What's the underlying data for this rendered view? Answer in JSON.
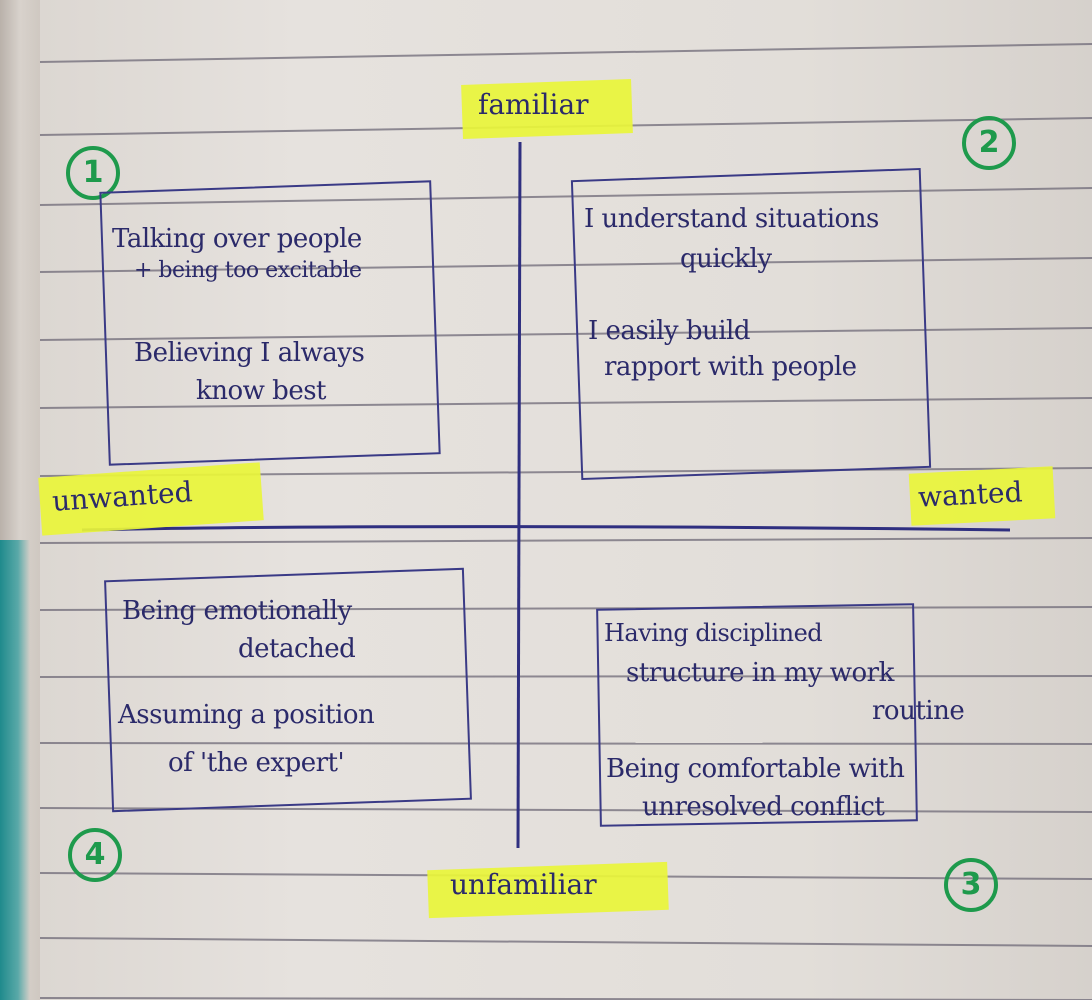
{
  "axes": {
    "top": "familiar",
    "bottom": "unfamiliar",
    "left": "unwanted",
    "right": "wanted"
  },
  "quadrants": [
    {
      "number": "1",
      "lines": [
        "Talking over people",
        "+ being too excitable",
        "Believing I always",
        "know best"
      ]
    },
    {
      "number": "2",
      "lines": [
        "I understand situations",
        "quickly",
        "I easily build",
        "rapport with people"
      ]
    },
    {
      "number": "3",
      "lines": [
        "Having disciplined",
        "structure in my work",
        "routine",
        "Being comfortable with",
        "unresolved conflict"
      ]
    },
    {
      "number": "4",
      "lines": [
        "Being emotionally",
        "detached",
        "Assuming a position",
        "of 'the expert'"
      ]
    }
  ],
  "colors": {
    "ink": "#2b2a6a",
    "highlighter": "#e9f53a",
    "number_green": "#1e9a4c",
    "rule_lines": "#6f6a78"
  }
}
